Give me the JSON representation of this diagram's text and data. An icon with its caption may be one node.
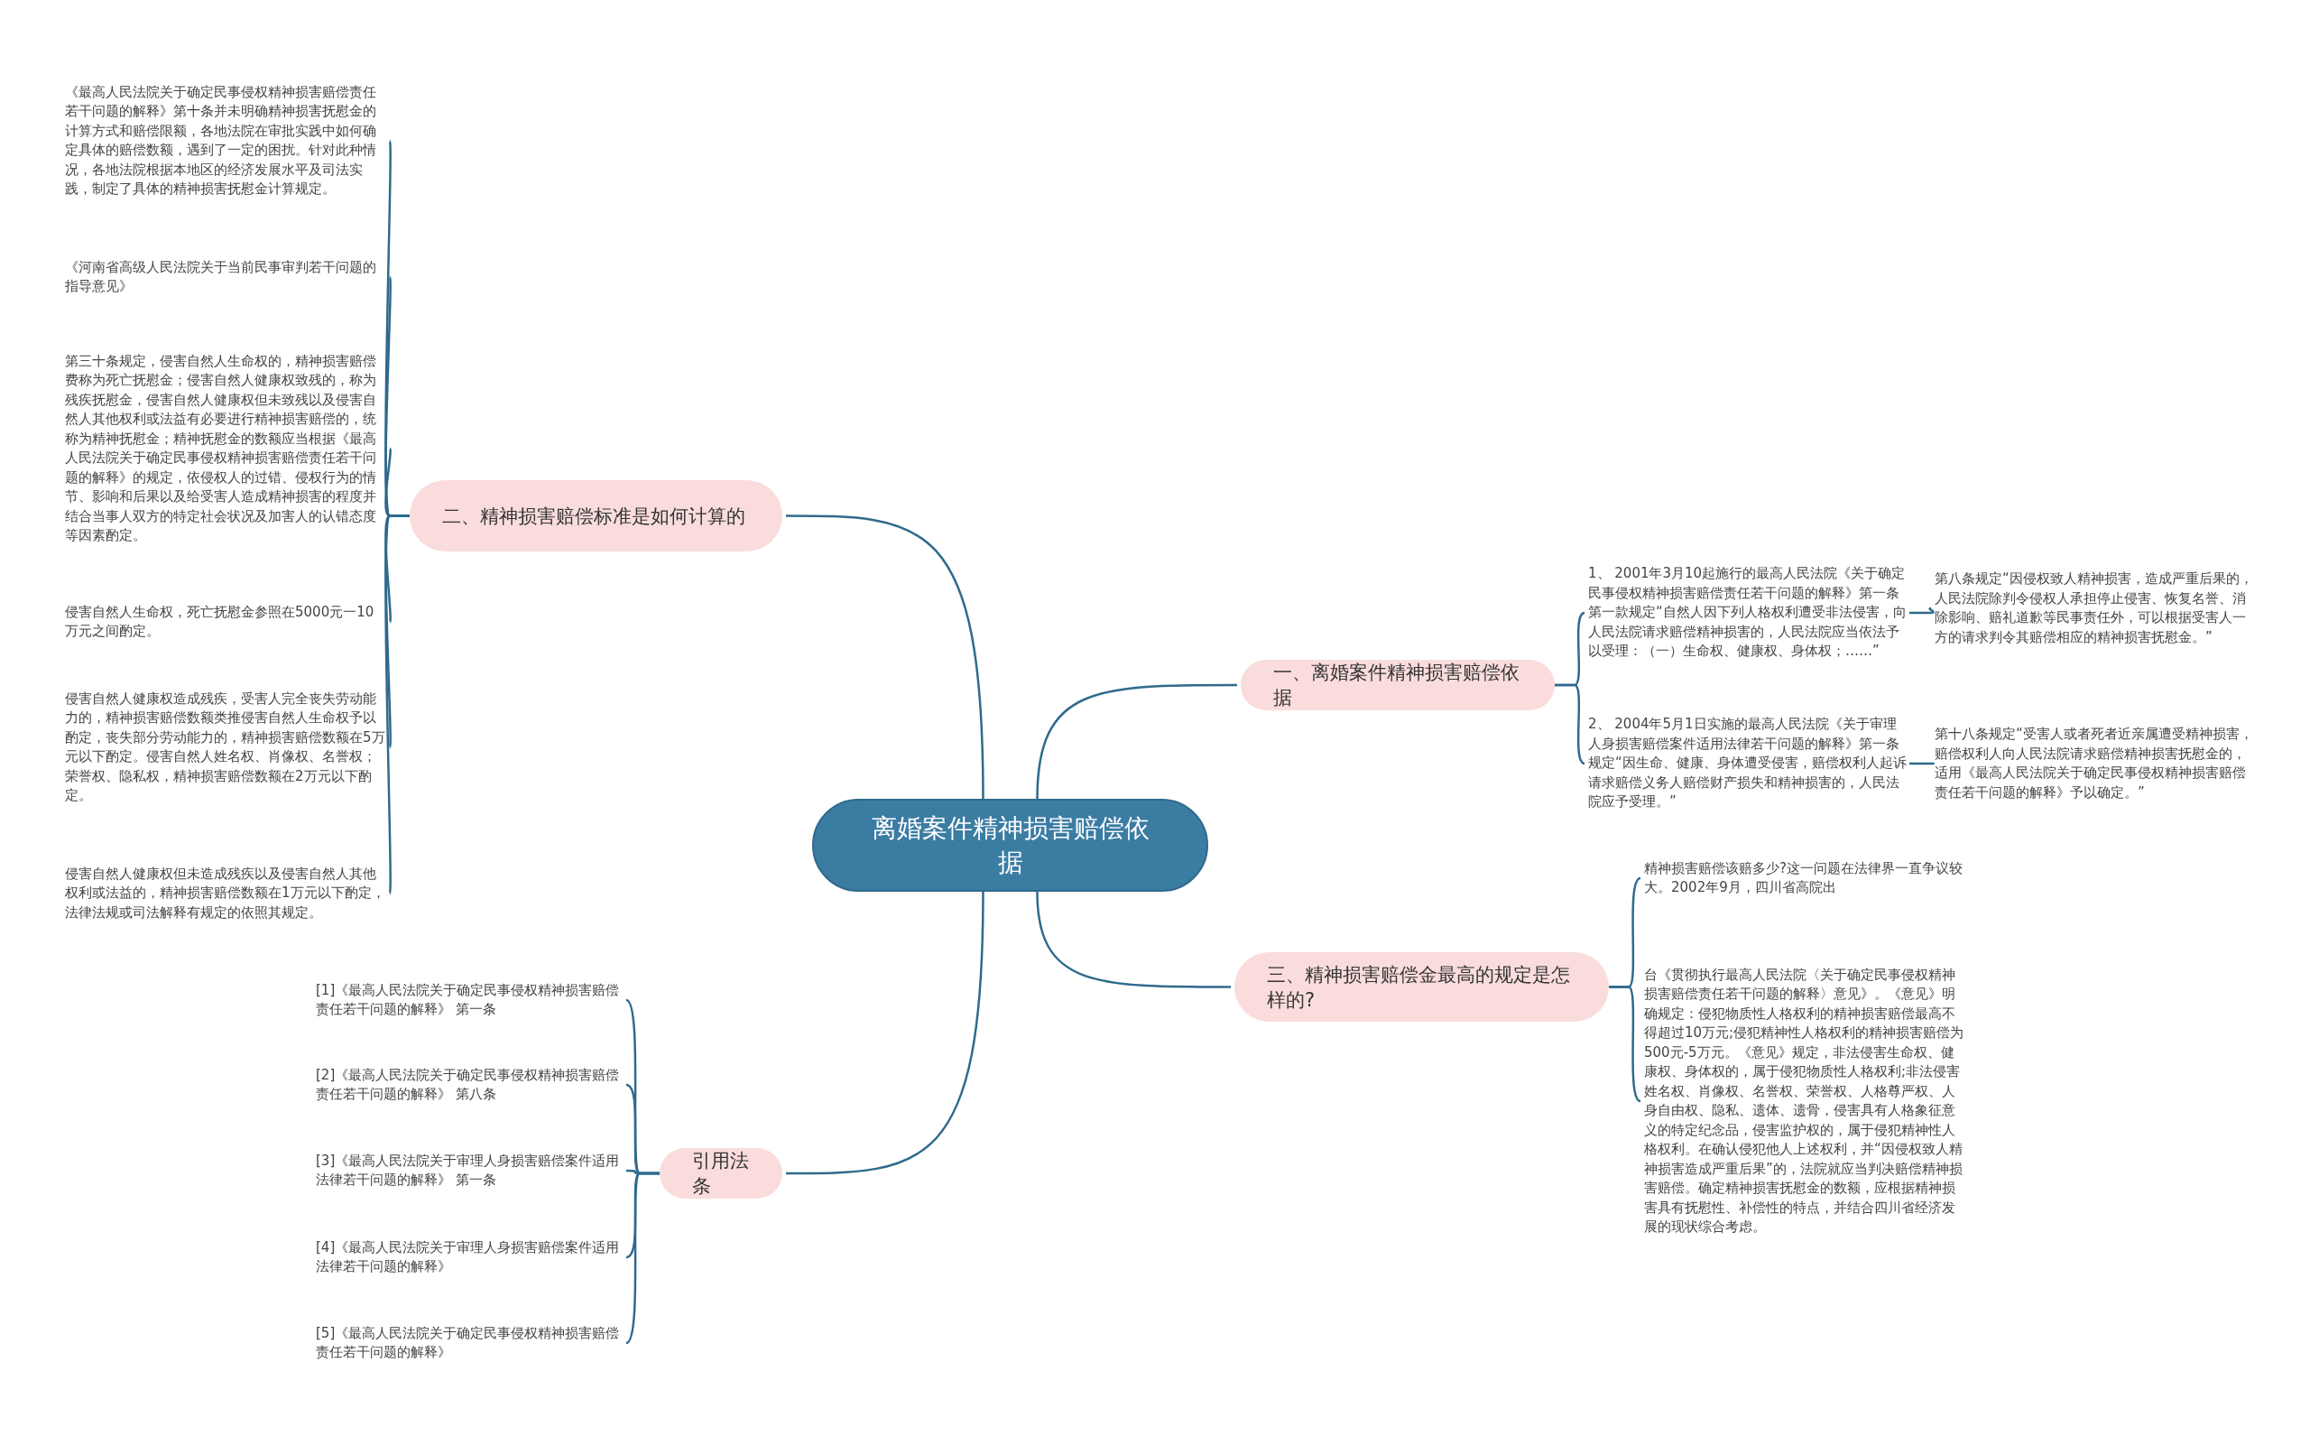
{
  "diagram": {
    "nodes": [
      {
        "text": [
          "离婚案件精神损害赔偿依据"
        ]
      },
      {
        "text": [
          "一、离婚案件精神损害赔偿依据"
        ]
      },
      {
        "text": [
          "1、 2001年3月10起施行的最高人民法院《关于确定民事侵权精神损害赔偿责任若干问题的解释》第一条第一款规定“自然人因下列人格权利遭受非法侵害，向人民法院请求赔偿精神损害的，人民法院应当依法予以受理：（一）生命权、健康权、身体权；……”"
        ]
      },
      {
        "text": [
          "第八条规定“因侵权致人精神损害，造成严重后果的，人民法院除判令侵权人承担停止侵害、恢复名誉、消除影响、赔礼道歉等民事责任外，可以根据受害人一方的请求判令其赔偿相应的精神损害抚慰金。”"
        ]
      },
      {
        "text": [
          "2、 2004年5月1日实施的最高人民法院《关于审理人身损害赔偿案件适用法律若干问题的解释》第一条规定“因生命、健康、身体遭受侵害，赔偿权利人起诉请求赔偿义务人赔偿财产损失和精神损害的，人民法院应予受理。”"
        ]
      },
      {
        "text": [
          "第十八条规定“受害人或者死者近亲属遭受精神损害，赔偿权利人向人民法院请求赔偿精神损害抚慰金的，适用《最高人民法院关于确定民事侵权精神损害赔偿责任若干问题的解释》予以确定。”"
        ]
      },
      {
        "text": [
          "三、精神损害赔偿金最高的规定是怎样的?"
        ]
      },
      {
        "text": [
          "精神损害赔偿该赔多少?这一问题在法律界一直争议较大。2002年9月，四川省高院出"
        ]
      },
      {
        "text": [
          "台《贯彻执行最高人民法院〈关于确定民事侵权精神损害赔偿责任若干问题的解释〉意见》。《意见》明确规定：侵犯物质性人格权利的精神损害赔偿最高不得超过10万元;侵犯精神性人格权利的精神损害赔偿为500元-5万元。《意见》规定，非法侵害生命权、健康权、身体权的，属于侵犯物质性人格权利;非法侵害姓名权、肖像权、名誉权、荣誉权、人格尊严权、人身自由权、隐私、遗体、遗骨，侵害具有人格象征意义的特定纪念品，侵害监护权的，属于侵犯精神性人格权利。在确认侵犯他人上述权利，并“因侵权致人精神损害造成严重后果”的，法院就应当判决赔偿精神损害赔偿。确定精神损害抚慰金的数额，应根据精神损害具有抚慰性、补偿性的特点，并结合四川省经济发展的现状综合考虑。"
        ]
      },
      {
        "text": [
          "二、精神损害赔偿标准是如何计算的"
        ]
      },
      {
        "text": [
          "《最高人民法院关于确定民事侵权精神损害赔偿责任若干问题的解释》第十条并未明确精神损害抚慰金的计算方式和赔偿限额，各地法院在审批实践中如何确定具体的赔偿数额，遇到了一定的困扰。针对此种情况，各地法院根据本地区的经济发展水平及司法实践，制定了具体的精神损害抚慰金计算规定。"
        ]
      },
      {
        "text": [
          "《河南省高级人民法院关于当前民事审判若干问题的指导意见》"
        ]
      },
      {
        "text": [
          "第三十条规定，侵害自然人生命权的，精神损害赔偿费称为死亡抚慰金；侵害自然人健康权致残的，称为残疾抚慰金，侵害自然人健康权但未致残以及侵害自然人其他权利或法益有必要进行精神损害赔偿的，统称为精神抚慰金；精神抚慰金的数额应当根据《最高人民法院关于确定民事侵权精神损害赔偿责任若干问题的解释》的规定，依侵权人的过错、侵权行为的情节、影响和后果以及给受害人造成精神损害的程度并结合当事人双方的特定社会状况及加害人的认错态度等因素酌定。"
        ]
      },
      {
        "text": [
          "侵害自然人生命权，死亡抚慰金参照在5000元一10万元之间酌定。"
        ]
      },
      {
        "text": [
          "侵害自然人健康权造成残疾，受害人完全丧失劳动能力的，精神损害赔偿数额类推侵害自然人生命权予以酌定，丧失部分劳动能力的，精神损害赔偿数额在5万元以下酌定。侵害自然人姓名权、肖像权、名誉权；荣誉权、隐私权，精神损害赔偿数额在2万元以下酌定。"
        ]
      },
      {
        "text": [
          "侵害自然人健康权但未造成残疾以及侵害自然人其他权利或法益的，精神损害赔偿数额在1万元以下酌定，法律法规或司法解释有规定的依照其规定。"
        ]
      },
      {
        "text": [
          "引用法条"
        ]
      },
      {
        "text": [
          "[1]《最高人民法院关于确定民事侵权精神损害赔偿责任若干问题的解释》 第一条"
        ]
      },
      {
        "text": [
          "[2]《最高人民法院关于确定民事侵权精神损害赔偿责任若干问题的解释》 第八条"
        ]
      },
      {
        "text": [
          "[3]《最高人民法院关于审理人身损害赔偿案件适用法律若干问题的解释》 第一条"
        ]
      },
      {
        "text": [
          "[4]《最高人民法院关于审理人身损害赔偿案件适用法律若干问题的解释》"
        ]
      },
      {
        "text": [
          "[5]《最高人民法院关于确定民事侵权精神损害赔偿责任若干问题的解释》"
        ]
      }
    ],
    "edges": [
      {
        "from": 0,
        "to": 1,
        "arrow": "none"
      },
      {
        "from": 1,
        "to": 2,
        "arrow": "none"
      },
      {
        "from": 2,
        "to": 3,
        "arrow": "none"
      },
      {
        "from": 1,
        "to": 4,
        "arrow": "none"
      },
      {
        "from": 4,
        "to": 5,
        "arrow": "none"
      },
      {
        "from": 0,
        "to": 6,
        "arrow": "none"
      },
      {
        "from": 6,
        "to": 7,
        "arrow": "none"
      },
      {
        "from": 6,
        "to": 8,
        "arrow": "none"
      },
      {
        "from": 0,
        "to": 9,
        "arrow": "none"
      },
      {
        "from": 9,
        "to": 10,
        "arrow": "none"
      },
      {
        "from": 9,
        "to": 11,
        "arrow": "none"
      },
      {
        "from": 9,
        "to": 12,
        "arrow": "none"
      },
      {
        "from": 9,
        "to": 13,
        "arrow": "none"
      },
      {
        "from": 9,
        "to": 14,
        "arrow": "none"
      },
      {
        "from": 9,
        "to": 15,
        "arrow": "none"
      },
      {
        "from": 0,
        "to": 16,
        "arrow": "none"
      },
      {
        "from": 16,
        "to": 17,
        "arrow": "none"
      },
      {
        "from": 16,
        "to": 18,
        "arrow": "none"
      },
      {
        "from": 16,
        "to": 19,
        "arrow": "none"
      },
      {
        "from": 16,
        "to": 20,
        "arrow": "none"
      },
      {
        "from": 16,
        "to": 21,
        "arrow": "none"
      }
    ]
  }
}
